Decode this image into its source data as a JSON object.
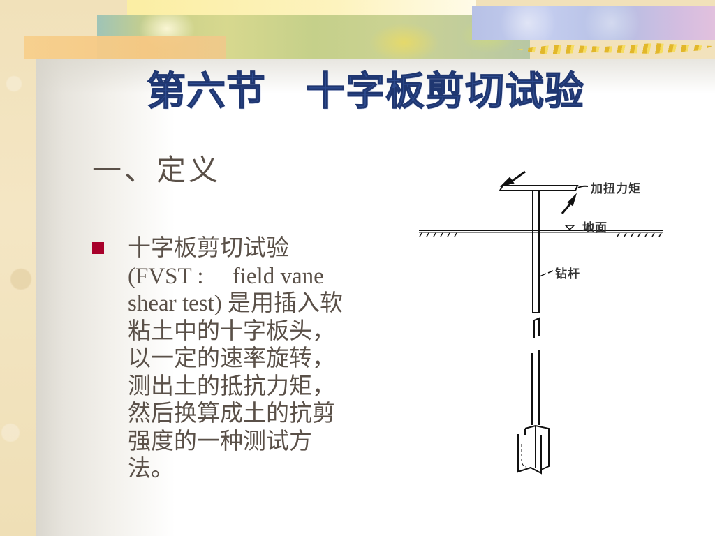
{
  "slide": {
    "title": "第六节　十字板剪切试验",
    "section_heading": "一、定义",
    "bullet": {
      "color": "#a8002a",
      "lines": [
        "十字板剪切试验",
        "(FVST :     field vane",
        "shear test) 是用插入软",
        "粘土中的十字板头，",
        "以一定的速率旋转，",
        "测出土的抵抗力矩，",
        "然后换算成土的抗剪",
        "强度的一种测试方",
        "法。"
      ]
    },
    "figure": {
      "labels": {
        "torque": "加扭力矩",
        "ground_surface": "地面",
        "drill_rod": "钻杆"
      }
    },
    "colors": {
      "title": "#2c4a8e",
      "body_text": "#5a5048",
      "background_parchment": "#f3e4bf"
    }
  }
}
